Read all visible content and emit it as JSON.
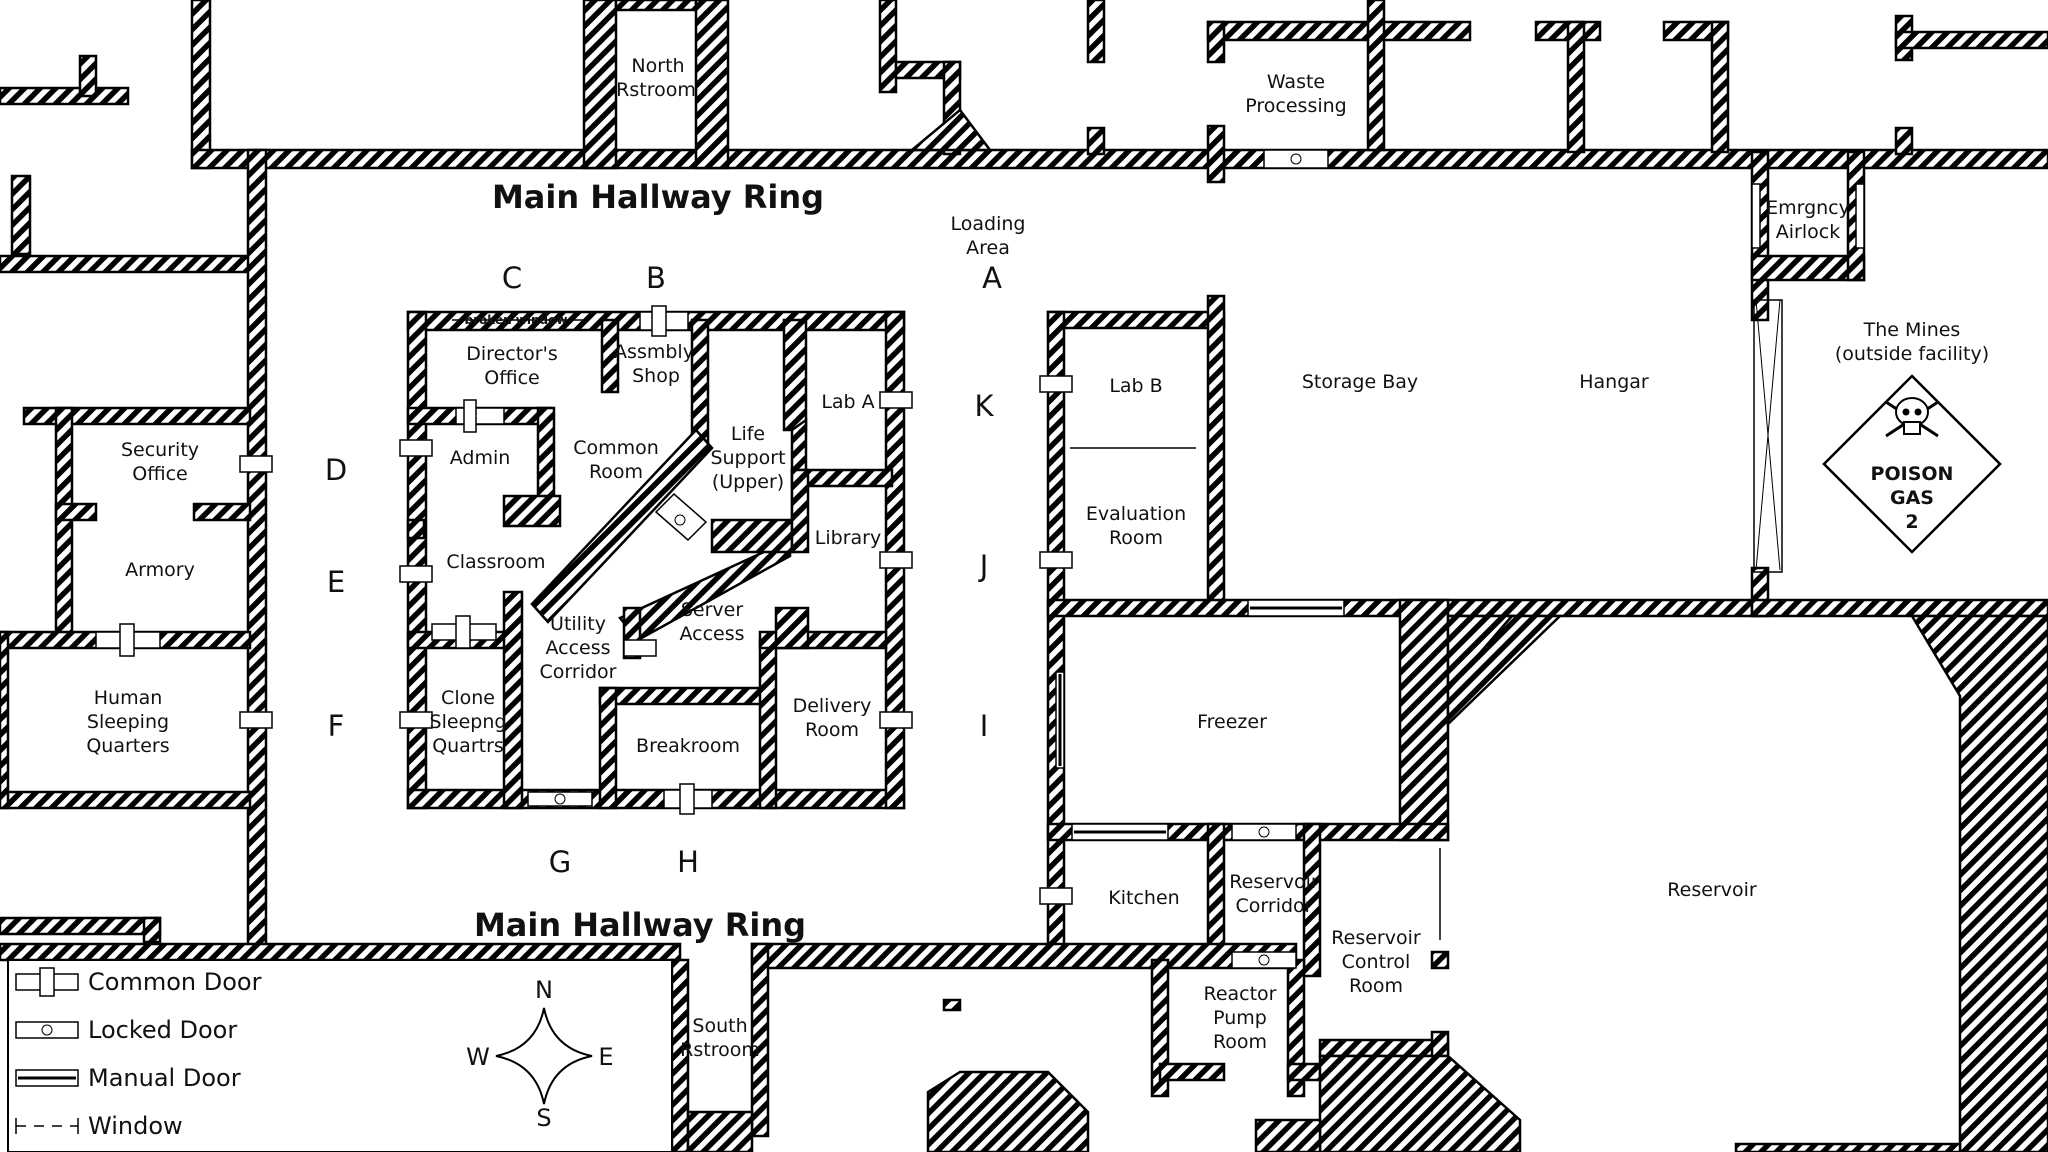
{
  "headers": {
    "hallway_top": "Main Hallway Ring",
    "hallway_bottom": "Main Hallway Ring"
  },
  "rooms": {
    "north_restroom": [
      "North",
      "Rstroom"
    ],
    "waste_processing": [
      "Waste",
      "Processing"
    ],
    "loading_area": [
      "Loading",
      "Area"
    ],
    "emergency_airlock": [
      "Emrgncy",
      "Airlock"
    ],
    "the_mines": [
      "The Mines",
      "(outside facility)"
    ],
    "directors_office": [
      "Director's",
      "Office"
    ],
    "assembly_shop": [
      "Assmbly",
      "Shop"
    ],
    "lab_a": [
      "Lab A"
    ],
    "life_support": [
      "Life",
      "Support",
      "(Upper)"
    ],
    "common_room": [
      "Common",
      "Room"
    ],
    "admin": [
      "Admin"
    ],
    "library": [
      "Library"
    ],
    "classroom": [
      "Classroom"
    ],
    "utility_access": [
      "Utility",
      "Access",
      "Corridor"
    ],
    "server_access": [
      "Server",
      "Access"
    ],
    "clone_sleeping": [
      "Clone",
      "Sleepng",
      "Quartrs"
    ],
    "breakroom": [
      "Breakroom"
    ],
    "delivery_room": [
      "Delivery",
      "Room"
    ],
    "security_office": [
      "Security",
      "Office"
    ],
    "armory": [
      "Armory"
    ],
    "human_sleeping": [
      "Human",
      "Sleeping",
      "Quarters"
    ],
    "lab_b": [
      "Lab B"
    ],
    "evaluation_room": [
      "Evaluation",
      "Room"
    ],
    "storage_bay": [
      "Storage Bay"
    ],
    "hangar": [
      "Hangar"
    ],
    "freezer": [
      "Freezer"
    ],
    "kitchen": [
      "Kitchen"
    ],
    "reservoir_corridor": [
      "Reservoir",
      "Corridor"
    ],
    "reservoir_control": [
      "Reservoir",
      "Control",
      "Room"
    ],
    "reservoir": [
      "Reservoir"
    ],
    "reactor_pump": [
      "Reactor",
      "Pump",
      "Room"
    ],
    "south_restroom": [
      "South",
      "Rstroom"
    ]
  },
  "notes": {
    "broken_window": "broken window"
  },
  "door_letters": {
    "A": "A",
    "B": "B",
    "C": "C",
    "D": "D",
    "E": "E",
    "F": "F",
    "G": "G",
    "H": "H",
    "I": "I",
    "J": "J",
    "K": "K"
  },
  "hazard_sign": {
    "line1": "POISON",
    "line2": "GAS",
    "line3": "2",
    "icon": "skull-crossbones-icon"
  },
  "legend": {
    "common_door": "Common Door",
    "locked_door": "Locked Door",
    "manual_door": "Manual Door",
    "window": "Window"
  },
  "compass": {
    "n": "N",
    "s": "S",
    "e": "E",
    "w": "W"
  },
  "colors": {
    "wall": "#000000",
    "floor": "#ffffff"
  }
}
